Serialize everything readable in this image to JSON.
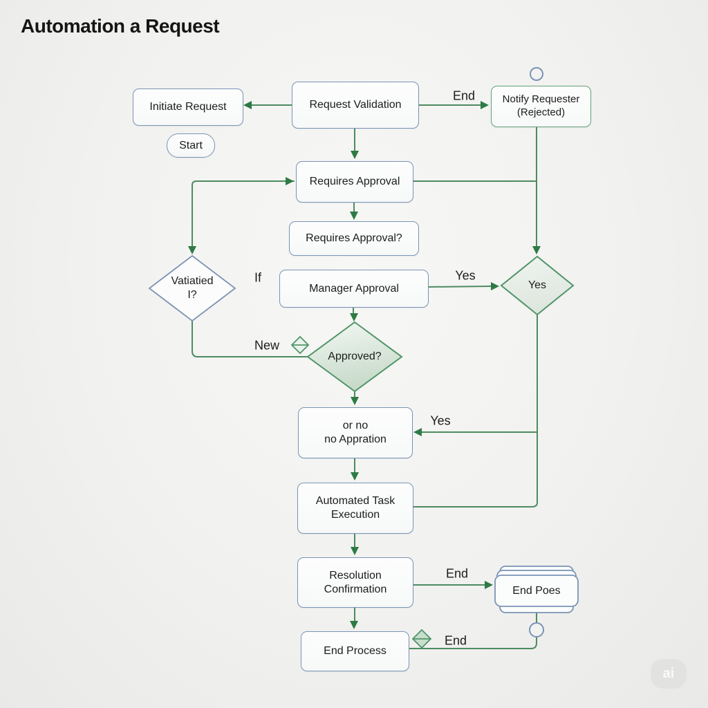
{
  "title": "Automation a Request",
  "colors": {
    "line": "#4d8a60",
    "arrow": "#2d7a45",
    "blue_border": "#7a94b5",
    "green_border": "#5f9c74"
  },
  "nodes": {
    "initiate_request": "Initiate Request",
    "start": "Start",
    "request_validation": "Request Validation",
    "notify_requester": "Notify Requester\n(Rejected)",
    "requires_approval": "Requires Approval",
    "requires_approval_q": "Requires Approval?",
    "vatiatied": "Vatiatied\nI?",
    "manager_approval": "Manager Approval",
    "yes_decision": "Yes",
    "approved": "Approved?",
    "or_no": "or no\nno Appration",
    "automated_task": "Automated Task\nExecution",
    "resolution_confirmation": "Resolution\nConfirmation",
    "end_poes": "End Poes",
    "end_process": "End Process"
  },
  "edge_labels": {
    "end_top": "End",
    "if_label": "If",
    "yes_manager": "Yes",
    "new_label": "New",
    "yes_right": "Yes",
    "end_resolution": "End",
    "end_bottom": "End"
  },
  "watermark": "ai"
}
